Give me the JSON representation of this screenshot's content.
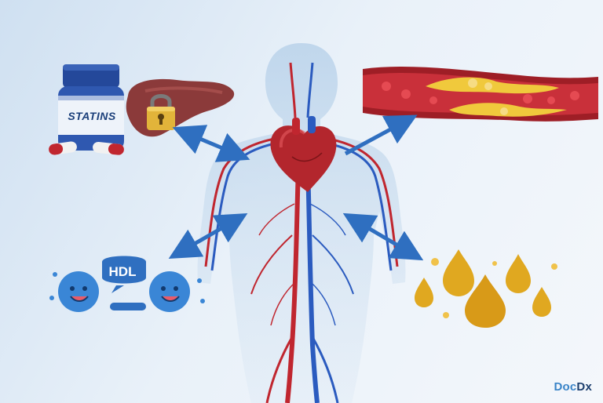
{
  "labels": {
    "statins": "STATINS",
    "hdl": "HDL"
  },
  "brand": {
    "part1": "Doc",
    "part2": "Dx"
  },
  "icons": [
    "statins-bottle-icon",
    "capsule-icon",
    "liver-icon",
    "padlock-icon",
    "heart-icon",
    "artery-plaque-icon",
    "hdl-blob-icon",
    "oil-drop-icon",
    "double-arrow-icon"
  ],
  "colors": {
    "arrow": "#2f6fc0",
    "artery_red": "#c0262f",
    "vein_blue": "#2b5bbf",
    "plaque_yellow": "#f0c93c",
    "liver": "#8b3a3a",
    "hdl_blue": "#3a86d6",
    "oil_gold": "#e0a820"
  }
}
